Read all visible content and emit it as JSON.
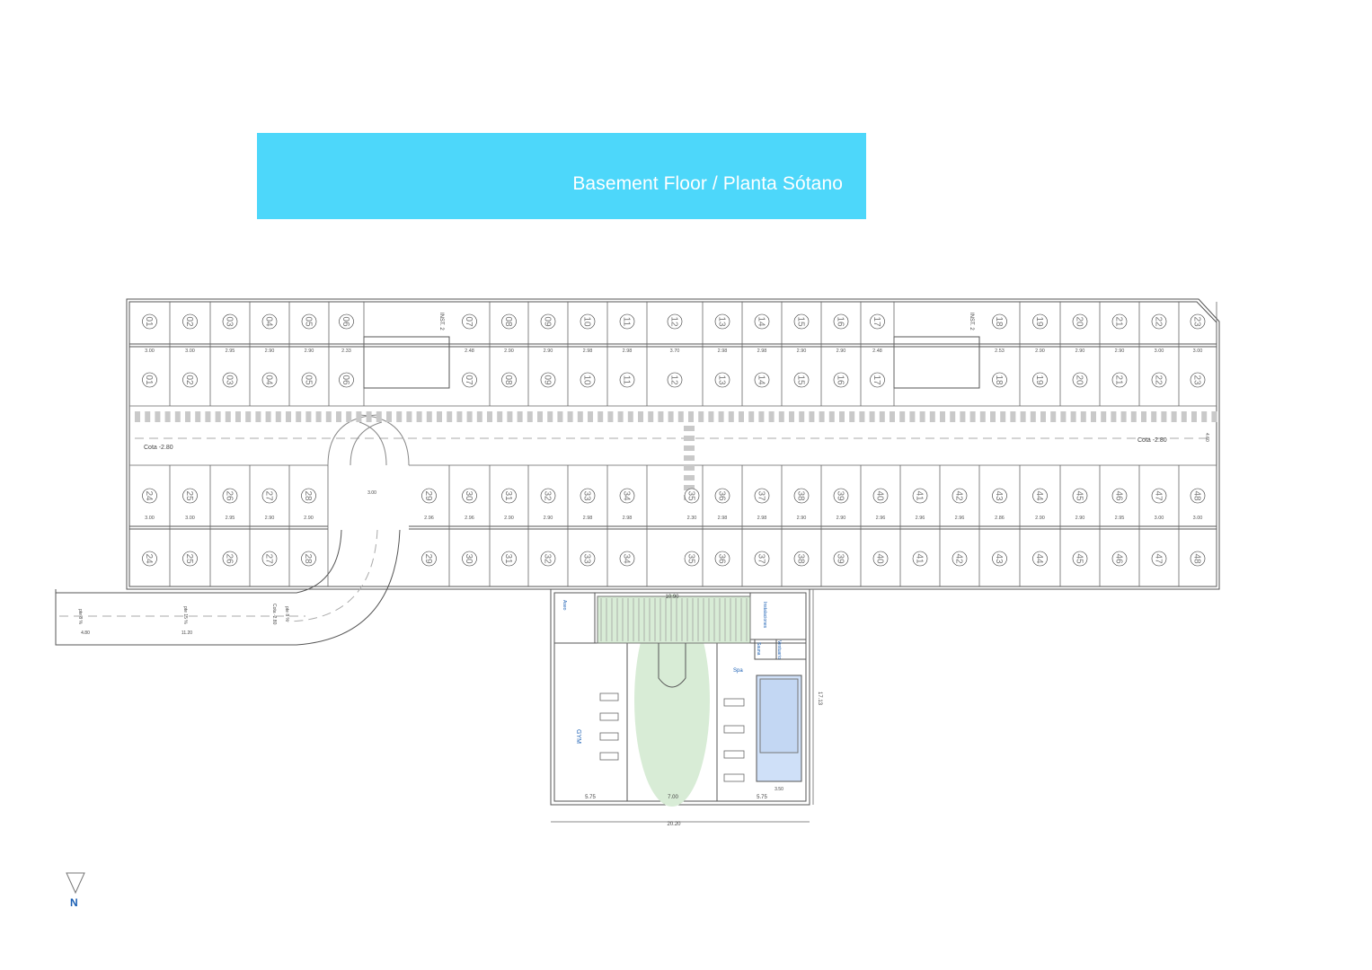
{
  "title": "Basement Floor / Planta Sótano",
  "colors": {
    "banner": "#4dd7fa",
    "banner_text": "#ffffff",
    "line": "#555555",
    "garden": "#d8ecd6",
    "pool": "#cfe0f8",
    "label_blue": "#1a5fb4"
  },
  "north_label": "N",
  "storage_north_row1": [
    "01",
    "02",
    "03",
    "04",
    "05",
    "06",
    "07",
    "08",
    "09",
    "10",
    "11",
    "12",
    "13",
    "14",
    "15",
    "16",
    "17",
    "18",
    "19",
    "20",
    "21",
    "22",
    "23"
  ],
  "parking_north_row": [
    "01",
    "02",
    "03",
    "04",
    "05",
    "06",
    "07",
    "08",
    "09",
    "10",
    "11",
    "12",
    "13",
    "14",
    "15",
    "16",
    "17",
    "18",
    "19",
    "20",
    "21",
    "22",
    "23"
  ],
  "parking_south_row": [
    "24",
    "25",
    "26",
    "27",
    "28",
    "29",
    "30",
    "31",
    "32",
    "33",
    "34",
    "35",
    "36",
    "37",
    "38",
    "39",
    "40",
    "41",
    "42",
    "43",
    "44",
    "45",
    "46",
    "47",
    "48"
  ],
  "storage_south_row": [
    "24",
    "25",
    "26",
    "27",
    "28",
    "29",
    "30",
    "31",
    "32",
    "33",
    "34",
    "35",
    "36",
    "37",
    "38",
    "39",
    "40",
    "41",
    "42",
    "43",
    "44",
    "45",
    "46",
    "47",
    "48"
  ],
  "dims_north": [
    "3.00",
    "3.00",
    "2.95",
    "2.90",
    "2.90",
    "2.33",
    "2.48",
    "2.90",
    "2.90",
    "2.98",
    "2.98",
    "3.70",
    "2.98",
    "2.98",
    "2.90",
    "2.90",
    "2.48",
    "2.53",
    "2.90",
    "2.90",
    "2.90",
    "3.00",
    "3.00"
  ],
  "dims_south": [
    "3.00",
    "3.00",
    "2.95",
    "2.90",
    "2.90",
    "2.96",
    "2.96",
    "2.90",
    "2.90",
    "2.98",
    "2.98",
    "2.30",
    "2.98",
    "2.98",
    "2.90",
    "2.90",
    "2.96",
    "2.96",
    "2.96",
    "2.86",
    "2.90",
    "2.90",
    "2.95",
    "3.00",
    "3.00"
  ],
  "labels": {
    "cota_west": "Cota -2.80",
    "cota_east": "Cota -2.80",
    "inst1": "INST. 2",
    "inst2": "INST. 2",
    "gym": "GYM",
    "spa": "Spa",
    "sauna": "Sauna",
    "aseo": "Aseo",
    "vestuario": "Vestuario",
    "instalaciones": "Instalaciones",
    "ramp_1": "pte 8 %",
    "ramp_2": "pte 15 %",
    "ramp_3": "pte 8 %",
    "ramp_cota": "Cota -2.80",
    "dim_total": "20.20",
    "dim_575a": "5.75",
    "dim_700": "7.00",
    "dim_575b": "5.75",
    "dim_1713": "17.13",
    "dim_1090": "10.90",
    "dim_350": "3.50",
    "dim_1120": "11.20",
    "dim_480": "4.80",
    "dim_300": "3.00",
    "dim_460": "4.60"
  }
}
